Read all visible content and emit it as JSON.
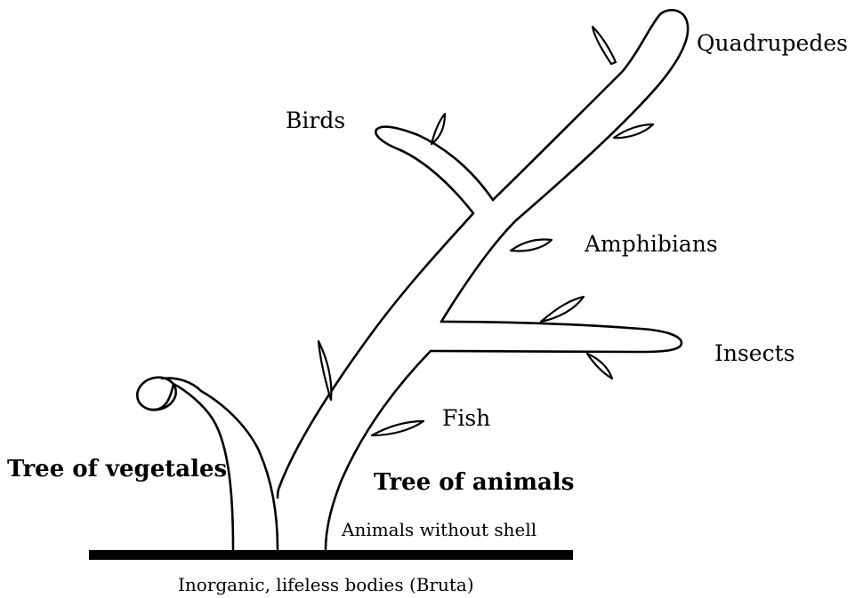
{
  "diagram": {
    "labels": {
      "quadrupedes": "Quadrupedes",
      "birds": "Birds",
      "amphibians": "Amphibians",
      "insects": "Insects",
      "fish": "Fish",
      "tree_of_vegetales": "Tree of vegetales",
      "tree_of_animals": "Tree of animals",
      "animals_without_shell": "Animals without shell",
      "inorganic_bodies": "Inorganic, lifeless bodies (Bruta)"
    },
    "colors": {
      "ink": "#000000",
      "background": "#ffffff"
    }
  }
}
